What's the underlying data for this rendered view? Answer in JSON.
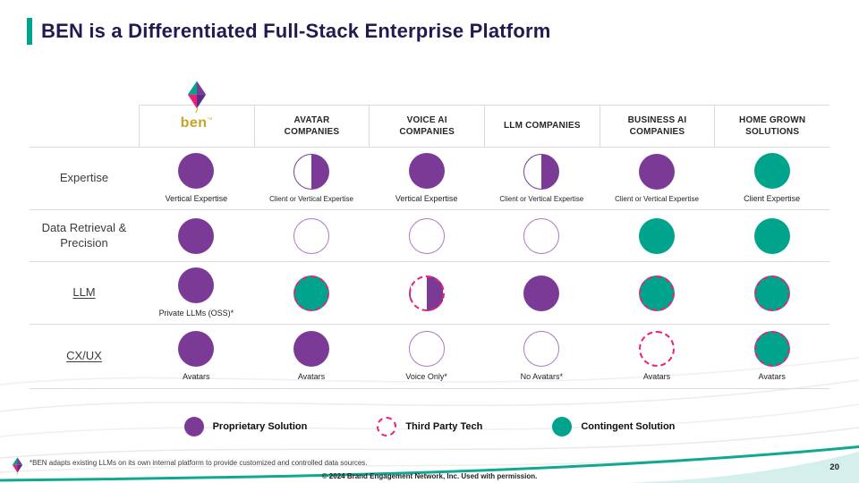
{
  "slide": {
    "title": "BEN is a Differentiated Full-Stack Enterprise Platform",
    "page_number": "20",
    "footnote": "*BEN adapts existing LLMs on its own internal platform to provide customized and controlled data sources.",
    "copyright": "© 2024 Brand Engagement Network, Inc. Used with permission."
  },
  "colors": {
    "purple": "#7C3A97",
    "teal": "#00A38B",
    "pink": "#EC1E79",
    "title": "#231A50",
    "gold": "#C9A227"
  },
  "table": {
    "brand": "ben",
    "brand_tm": "™",
    "columns": [
      "AVATAR COMPANIES",
      "VOICE AI COMPANIES",
      "LLM COMPANIES",
      "BUSINESS AI COMPANIES",
      "HOME GROWN SOLUTIONS"
    ],
    "rows": [
      {
        "label": "Expertise",
        "underline": false,
        "cells": [
          {
            "type": "purple",
            "caption": "Vertical Expertise"
          },
          {
            "type": "half",
            "caption": "Client or Vertical Expertise"
          },
          {
            "type": "purple",
            "caption": "Vertical Expertise"
          },
          {
            "type": "half",
            "caption": "Client or Vertical Expertise"
          },
          {
            "type": "purple",
            "caption": "Client or Vertical Expertise"
          },
          {
            "type": "teal",
            "caption": "Client Expertise"
          }
        ]
      },
      {
        "label": "Data Retrieval & Precision",
        "underline": false,
        "cells": [
          {
            "type": "purple",
            "caption": ""
          },
          {
            "type": "outline",
            "caption": ""
          },
          {
            "type": "outline",
            "caption": ""
          },
          {
            "type": "outline",
            "caption": ""
          },
          {
            "type": "teal",
            "caption": ""
          },
          {
            "type": "teal",
            "caption": ""
          }
        ]
      },
      {
        "label": "LLM",
        "underline": true,
        "cells": [
          {
            "type": "purple",
            "caption": "Private LLMs (OSS)*"
          },
          {
            "type": "teal-dashed",
            "caption": ""
          },
          {
            "type": "half-dashed",
            "caption": ""
          },
          {
            "type": "purple",
            "caption": ""
          },
          {
            "type": "teal-dashed",
            "caption": ""
          },
          {
            "type": "teal-dashed",
            "caption": ""
          }
        ]
      },
      {
        "label": "CX/UX",
        "underline": true,
        "cells": [
          {
            "type": "purple",
            "caption": "Avatars"
          },
          {
            "type": "purple",
            "caption": "Avatars"
          },
          {
            "type": "outline",
            "caption": "Voice Only*"
          },
          {
            "type": "outline",
            "caption": "No Avatars*"
          },
          {
            "type": "dashed",
            "caption": "Avatars"
          },
          {
            "type": "teal-dashed",
            "caption": "Avatars"
          }
        ]
      }
    ]
  },
  "legend": [
    {
      "type": "purple",
      "label": "Proprietary Solution"
    },
    {
      "type": "dashed",
      "label": "Third Party Tech"
    },
    {
      "type": "teal",
      "label": "Contingent Solution"
    }
  ]
}
